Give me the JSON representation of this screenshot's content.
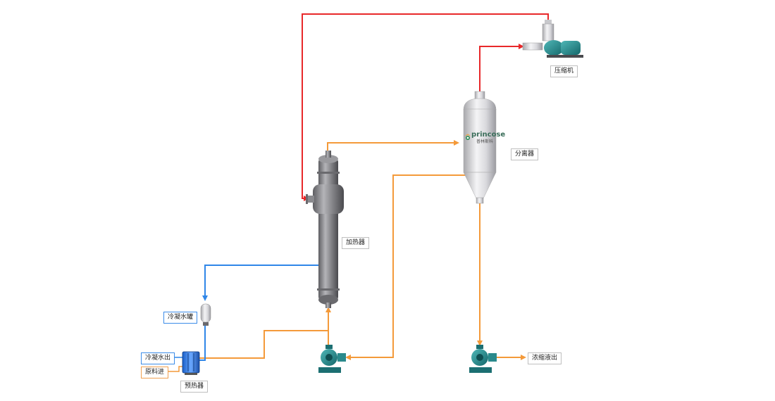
{
  "labels": {
    "compressor": "压缩机",
    "separator": "分离器",
    "heater": "加热器",
    "condensate_tank": "冷凝水罐",
    "condensate_out": "冷凝水出",
    "feed_in": "原料进",
    "preheater": "预热器",
    "concentrate_out": "浓缩液出"
  },
  "brand": {
    "name": "princose",
    "subtitle": "普林斯科"
  },
  "colors": {
    "steam": "#e8282a",
    "liquid": "#f49a3a",
    "condensate": "#2f86e8",
    "vessel": "#8e8e92",
    "pump": "#1f8a8a"
  }
}
